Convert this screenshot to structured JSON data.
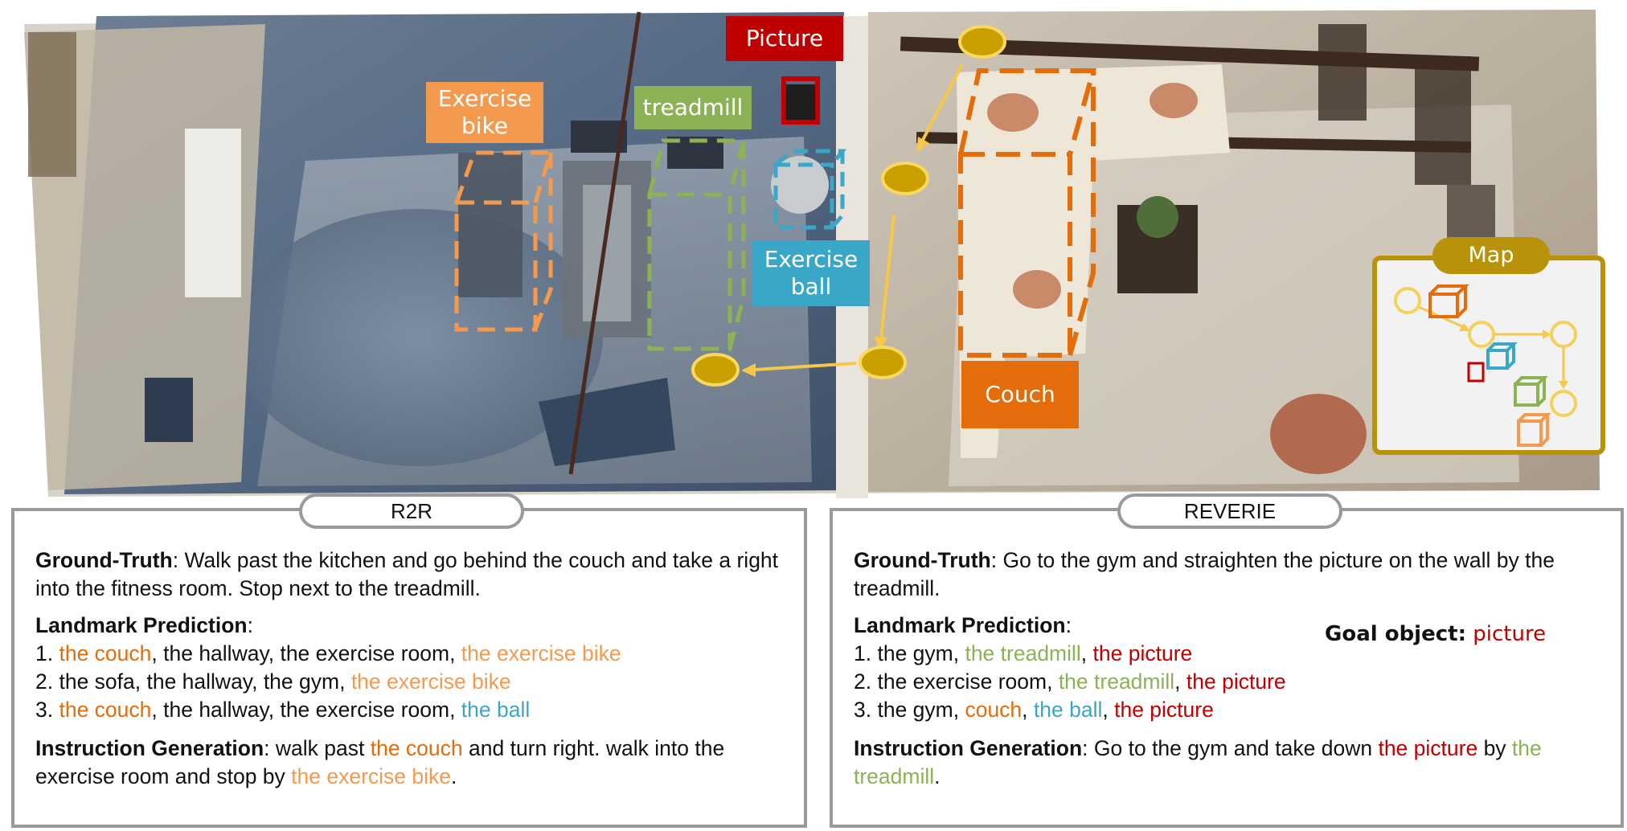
{
  "scene": {
    "labels": {
      "exercise_bike": [
        "Exercise",
        "bike"
      ],
      "treadmill": "treadmill",
      "picture": "Picture",
      "exercise_ball": [
        "Exercise",
        "ball"
      ],
      "couch": "Couch",
      "map": "Map"
    },
    "colors": {
      "exercise_bike": "#f39a4e",
      "treadmill": "#8db255",
      "picture": "#c00000",
      "exercise_ball": "#3aa6c8",
      "couch": "#e46c0a",
      "map": "#b8930a",
      "path": "#f5c84a"
    }
  },
  "r2r": {
    "tab": "R2R",
    "gt_label": "Ground-Truth",
    "gt_text": ": Walk past the kitchen and go behind the couch and take a right into the fitness room. Stop next to the treadmill.",
    "lm_label": "Landmark Prediction",
    "colon": ":",
    "lm": {
      "l1a": "1. ",
      "l1b": "the couch",
      "l1c": ", the hallway, the exercise room, ",
      "l1d": "the exercise bike",
      "l2a": "2. the sofa, the hallway, the gym, ",
      "l2b": "the exercise bike",
      "l3a": "3. ",
      "l3b": "the couch",
      "l3c": ", the hallway, the exercise room, ",
      "l3d": "the ball"
    },
    "ig_label": "Instruction Generation",
    "ig": {
      "a": ": walk past ",
      "b": "the couch",
      "c": " and turn right. walk into the exercise room and stop by ",
      "d": "the exercise bike",
      "e": "."
    }
  },
  "reverie": {
    "tab": "REVERIE",
    "gt_label": "Ground-Truth",
    "gt_text": ": Go to the gym and straighten the picture on the wall by the treadmill.",
    "lm_label": "Landmark Prediction",
    "colon": ":",
    "goal_label": "Goal object",
    "goal_colon": ":",
    "goal_value": "picture",
    "lm": {
      "l1a": "1.  the gym, ",
      "l1b": "the treadmill",
      "l1c": ", ",
      "l1d": "the picture",
      "l2a": "2.  the exercise room, ",
      "l2b": "the treadmill",
      "l2c": ", ",
      "l2d": "the picture",
      "l3a": "3. the gym, ",
      "l3b": "couch",
      "l3c": ", ",
      "l3d": "the ball",
      "l3e": ", ",
      "l3f": "the picture"
    },
    "ig_label": "Instruction Generation",
    "ig": {
      "a": ": Go to the gym and take down ",
      "b": "the picture",
      "c": " by ",
      "d": "the treadmill",
      "e": "."
    }
  }
}
